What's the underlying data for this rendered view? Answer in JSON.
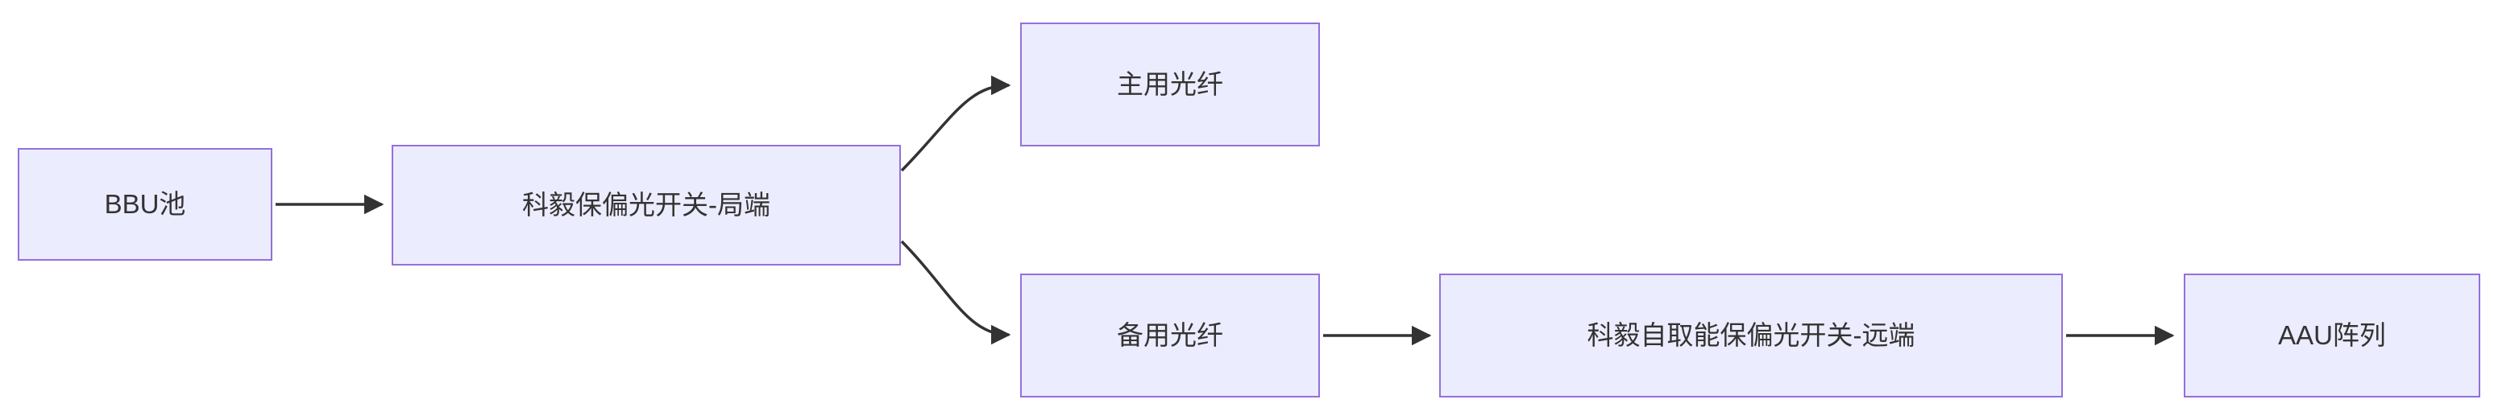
{
  "diagram": {
    "type": "flowchart",
    "direction": "left-to-right",
    "colors": {
      "background": "#ffffff",
      "node_fill": "#ECECFF",
      "node_border": "#9370DB",
      "edge": "#333333",
      "text": "#333333"
    },
    "nodes": [
      {
        "id": "bbu-pool",
        "label": "BBU池"
      },
      {
        "id": "local-switch",
        "label": "科毅保偏光开关-局端"
      },
      {
        "id": "primary-fiber",
        "label": "主用光纤"
      },
      {
        "id": "backup-fiber",
        "label": "备用光纤"
      },
      {
        "id": "remote-switch",
        "label": "科毅自取能保偏光开关-远端"
      },
      {
        "id": "aau-array",
        "label": "AAU阵列"
      }
    ],
    "edges": [
      {
        "from": "bbu-pool",
        "to": "local-switch"
      },
      {
        "from": "local-switch",
        "to": "primary-fiber"
      },
      {
        "from": "local-switch",
        "to": "backup-fiber"
      },
      {
        "from": "backup-fiber",
        "to": "remote-switch"
      },
      {
        "from": "remote-switch",
        "to": "aau-array"
      }
    ]
  }
}
